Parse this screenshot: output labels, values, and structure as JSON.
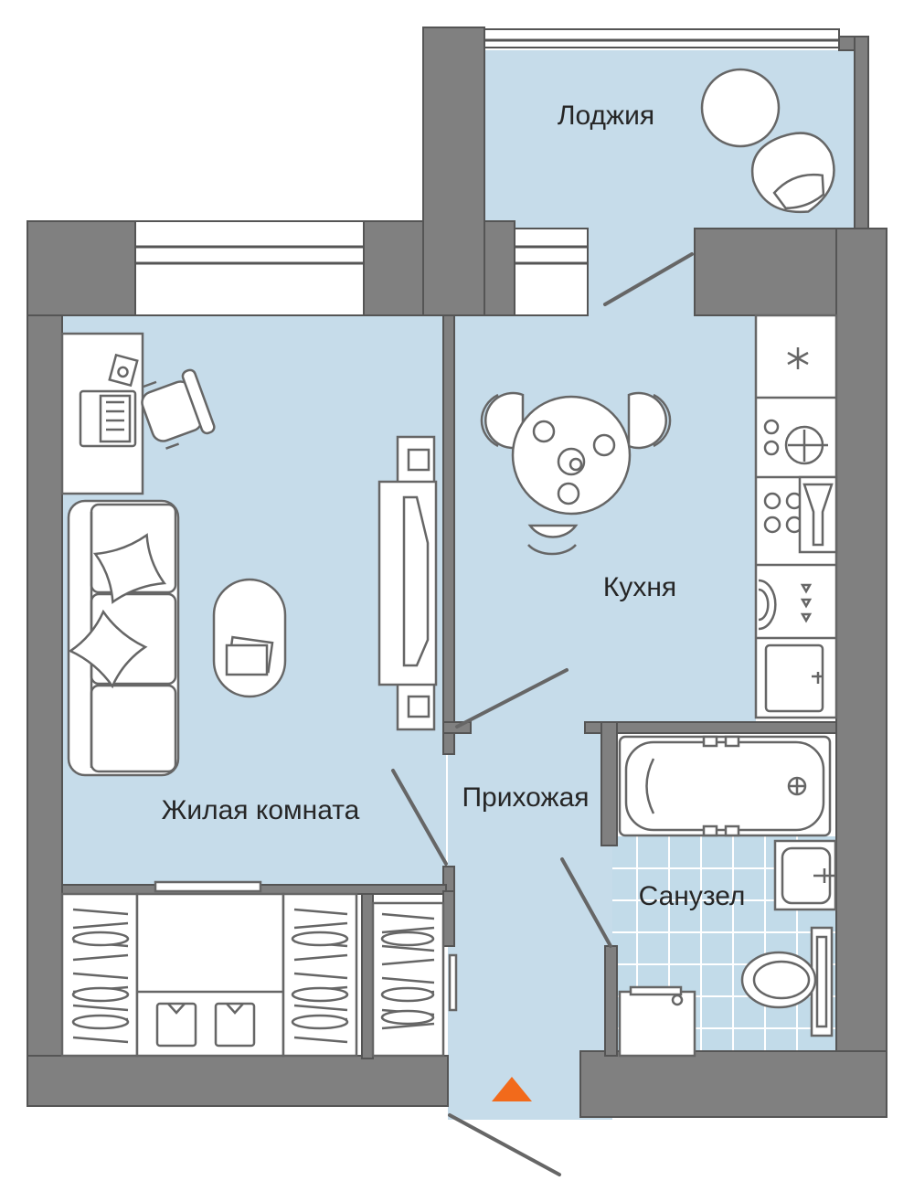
{
  "rooms": {
    "loggia": "Лоджия",
    "kitchen": "Кухня",
    "living_room": "Жилая комната",
    "hallway": "Прихожая",
    "bathroom": "Санузел"
  },
  "colors": {
    "floor": "#c6dcea",
    "wall": "#808080",
    "entrance_marker": "#f26a1b"
  },
  "icons": {
    "entrance": "entrance-triangle-icon"
  }
}
